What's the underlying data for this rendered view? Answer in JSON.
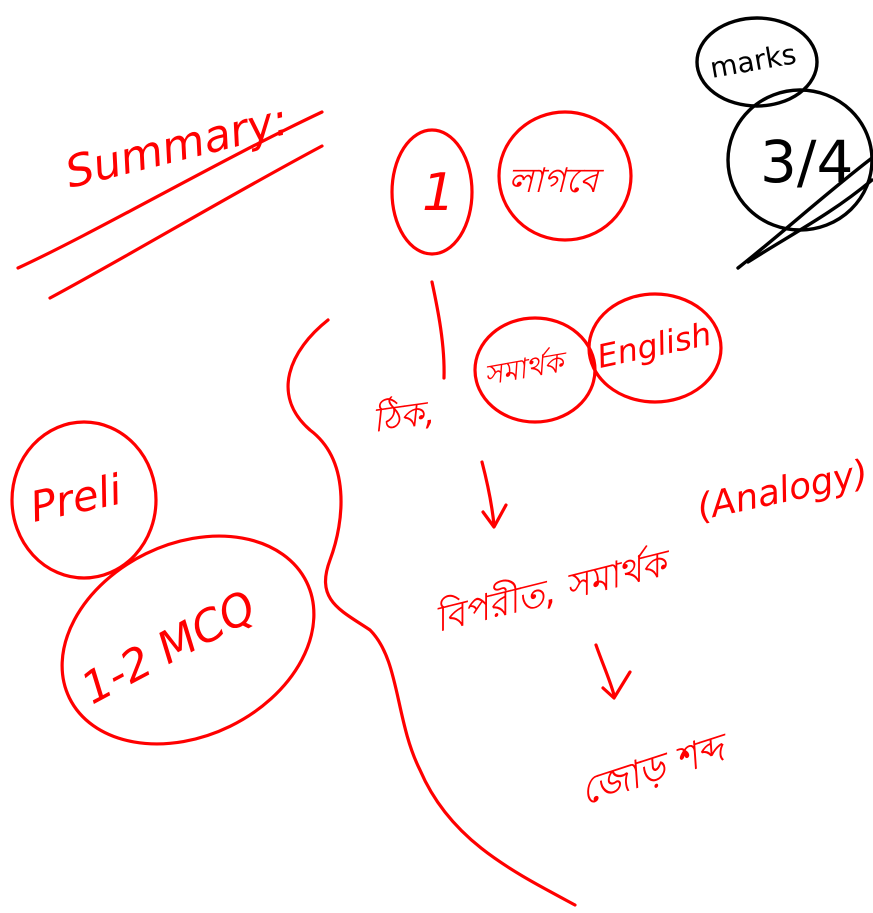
{
  "note": {
    "heading": "Summary:",
    "topic_count": "1",
    "topic_label": "লাগবে",
    "chain_start": "ঠিক,",
    "chain_circled": "সমার্থক",
    "chain_english": "English",
    "chain_middle": "বিপরীত, সমার্থক",
    "chain_analogy": "(Analogy)",
    "chain_end": "জোড় শব্দ",
    "side_topic": "Preli",
    "side_count": "1-2 MCQ",
    "corner_label": "marks",
    "corner_fraction": "3/4",
    "ink_colors": {
      "primary": "#ff0000",
      "secondary": "#000000"
    }
  }
}
